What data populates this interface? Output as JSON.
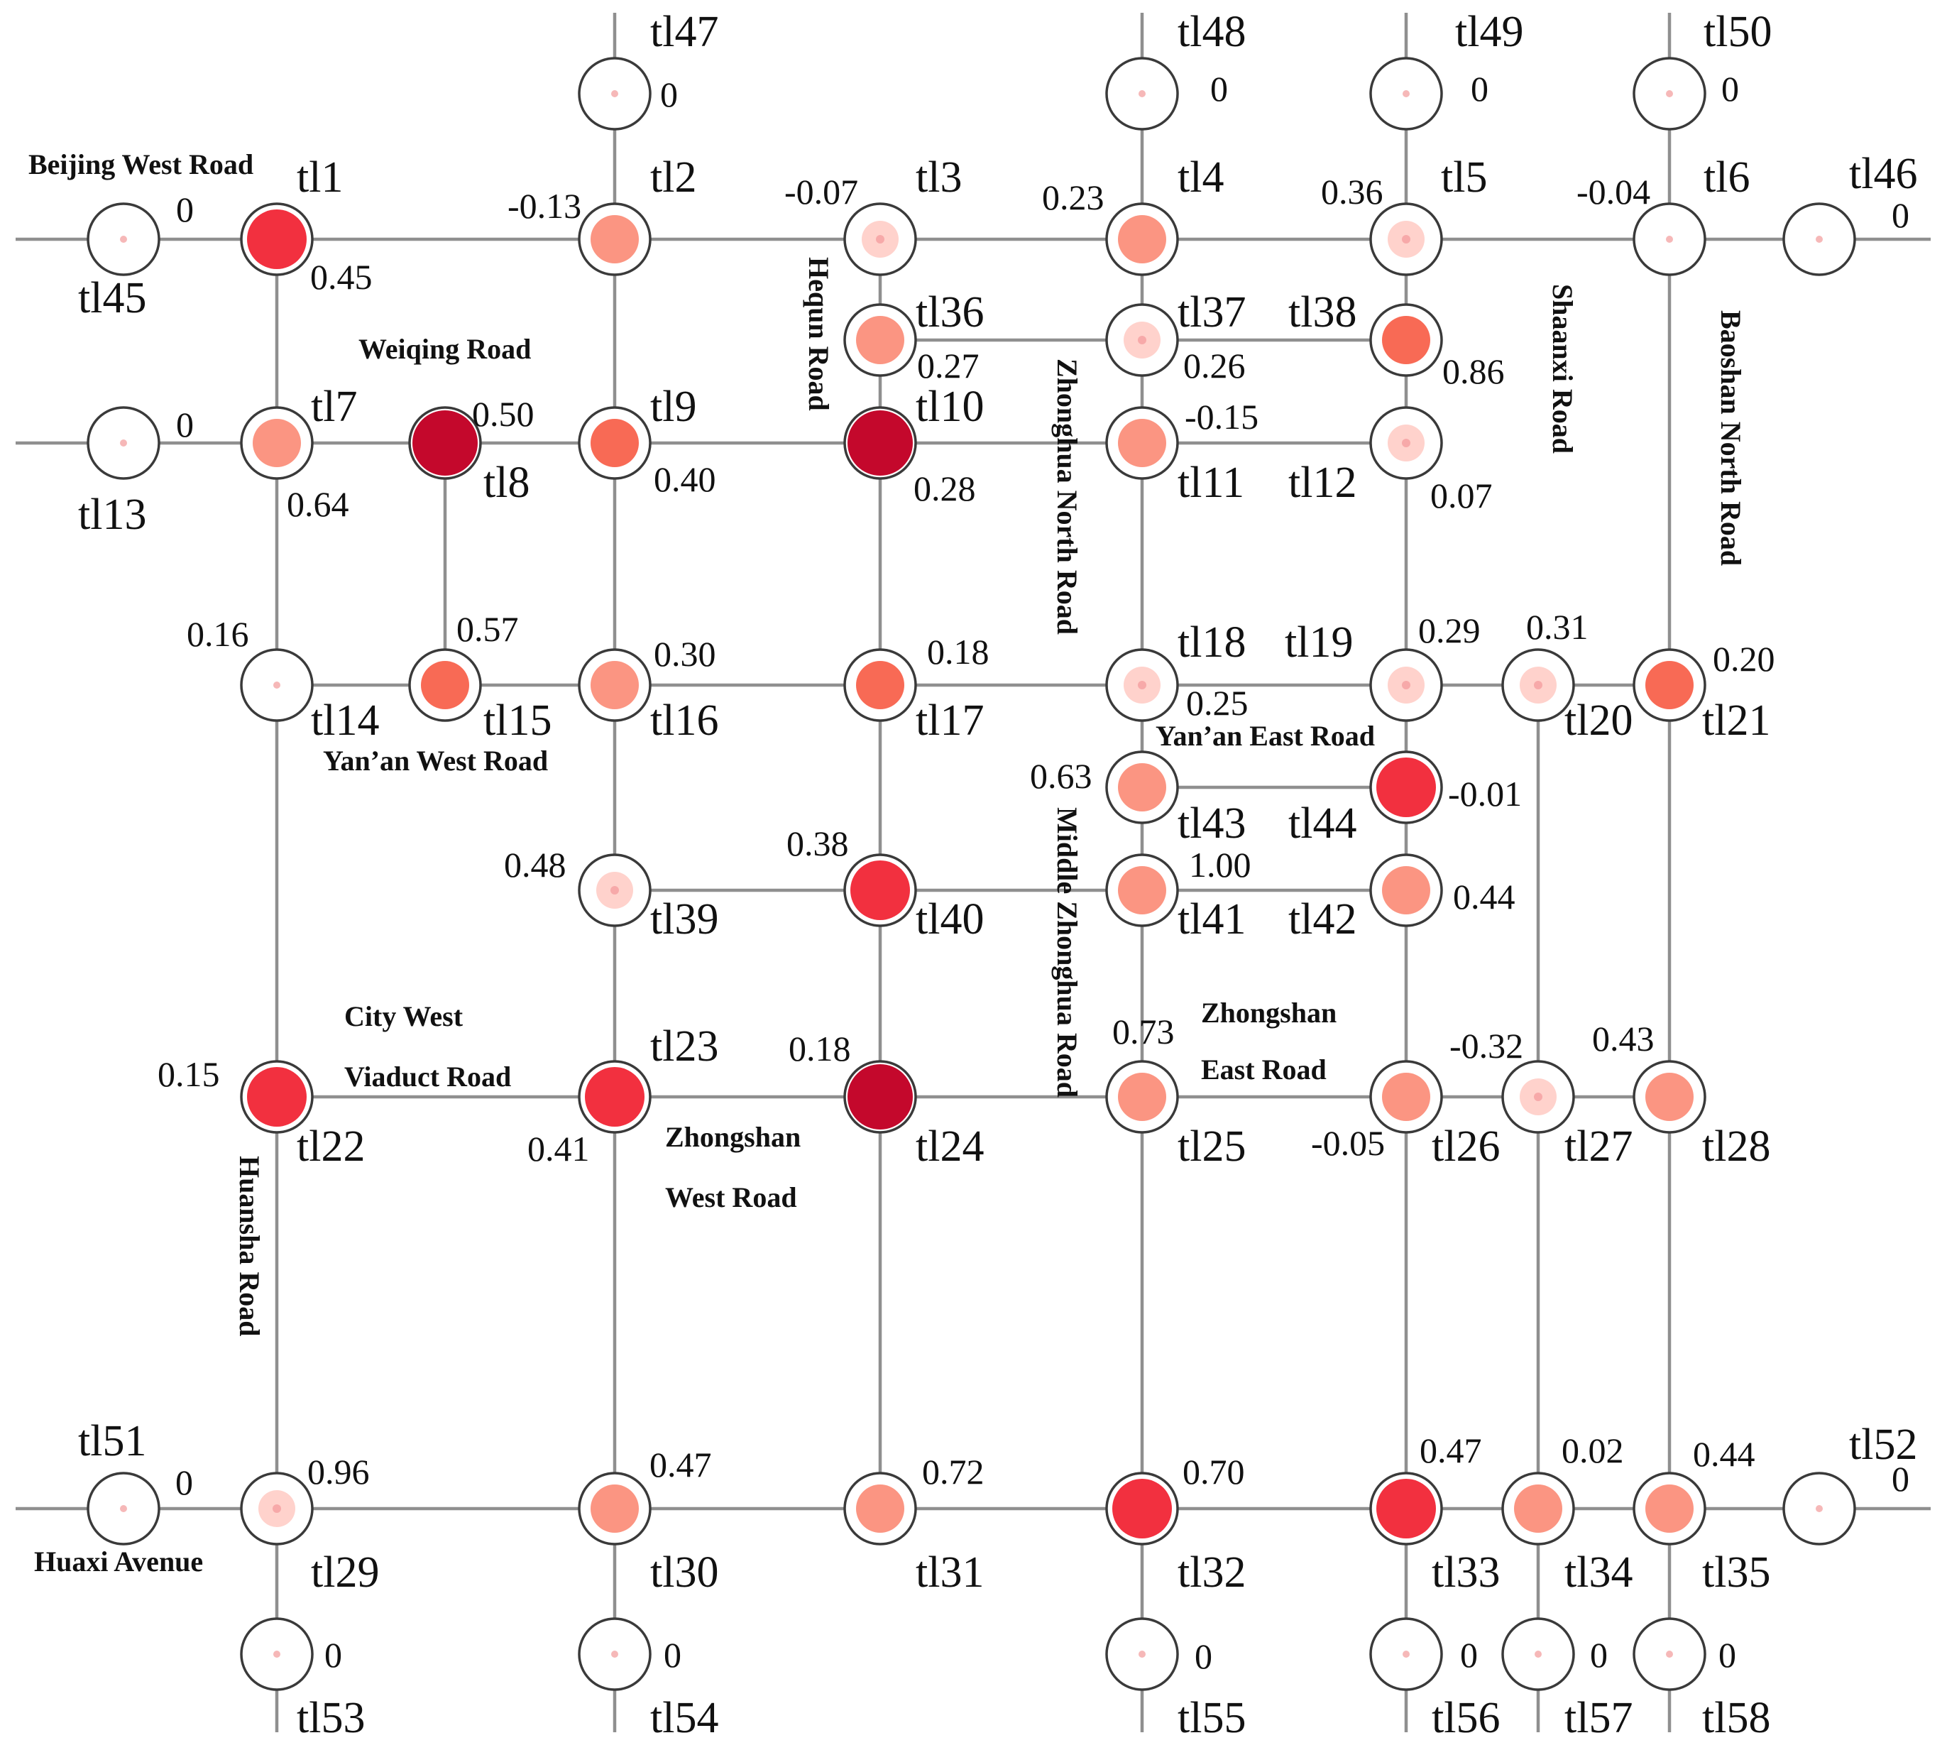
{
  "colors": {
    "road": "#8f8f8f",
    "node_outline": "#3a3a3a",
    "intensity_levels": {
      "0": "#fff6f6",
      "1": "#ffd2cc",
      "2": "#ffb3a5",
      "3": "#fb9582",
      "4": "#f86a55",
      "5": "#f2303f",
      "6": "#c4082c"
    }
  },
  "nodes": [
    {
      "id": "tl1",
      "label": "tl1",
      "value": "0.45",
      "intensity": 5
    },
    {
      "id": "tl2",
      "label": "tl2",
      "value": "-0.13",
      "intensity": 3
    },
    {
      "id": "tl3",
      "label": "tl3",
      "value": "-0.07",
      "intensity": 1
    },
    {
      "id": "tl4",
      "label": "tl4",
      "value": "0.23",
      "intensity": 3
    },
    {
      "id": "tl5",
      "label": "tl5",
      "value": "0.36",
      "intensity": 1
    },
    {
      "id": "tl6",
      "label": "tl6",
      "value": "-0.04",
      "intensity": 0
    },
    {
      "id": "tl7",
      "label": "tl7",
      "value": "0.64",
      "intensity": 3
    },
    {
      "id": "tl8",
      "label": "tl8",
      "value": "0.50",
      "intensity": 6
    },
    {
      "id": "tl9",
      "label": "tl9",
      "value": "0.40",
      "intensity": 4
    },
    {
      "id": "tl10",
      "label": "tl10",
      "value": "0.28",
      "intensity": 6
    },
    {
      "id": "tl11",
      "label": "tl11",
      "value": "-0.15",
      "intensity": 3
    },
    {
      "id": "tl12",
      "label": "tl12",
      "value": "0.07",
      "intensity": 1
    },
    {
      "id": "tl13",
      "label": "tl13",
      "value": "0",
      "intensity": 0
    },
    {
      "id": "tl14",
      "label": "tl14",
      "value": "0.16",
      "intensity": 0
    },
    {
      "id": "tl15",
      "label": "tl15",
      "value": "0.57",
      "intensity": 4
    },
    {
      "id": "tl16",
      "label": "tl16",
      "value": "0.30",
      "intensity": 3
    },
    {
      "id": "tl17",
      "label": "tl17",
      "value": "0.18",
      "intensity": 4
    },
    {
      "id": "tl18",
      "label": "tl18",
      "value": "0.25",
      "intensity": 1
    },
    {
      "id": "tl19",
      "label": "tl19",
      "value": "0.29",
      "intensity": 1
    },
    {
      "id": "tl20",
      "label": "tl20",
      "value": "0.31",
      "intensity": 1
    },
    {
      "id": "tl21",
      "label": "tl21",
      "value": "0.20",
      "intensity": 4
    },
    {
      "id": "tl22",
      "label": "tl22",
      "value": "0.15",
      "intensity": 5
    },
    {
      "id": "tl23",
      "label": "tl23",
      "value": "0.41",
      "intensity": 5
    },
    {
      "id": "tl24",
      "label": "tl24",
      "value": "0.18",
      "intensity": 6
    },
    {
      "id": "tl25",
      "label": "tl25",
      "value": "0.73",
      "intensity": 3
    },
    {
      "id": "tl26",
      "label": "tl26",
      "value": "-0.05",
      "intensity": 3
    },
    {
      "id": "tl27",
      "label": "tl27",
      "value": "-0.32",
      "intensity": 1
    },
    {
      "id": "tl28",
      "label": "tl28",
      "value": "0.43",
      "intensity": 3
    },
    {
      "id": "tl29",
      "label": "tl29",
      "value": "0.96",
      "intensity": 1
    },
    {
      "id": "tl30",
      "label": "tl30",
      "value": "0.47",
      "intensity": 3
    },
    {
      "id": "tl31",
      "label": "tl31",
      "value": "0.72",
      "intensity": 3
    },
    {
      "id": "tl32",
      "label": "tl32",
      "value": "0.70",
      "intensity": 5
    },
    {
      "id": "tl33",
      "label": "tl33",
      "value": "0.47",
      "intensity": 5
    },
    {
      "id": "tl34",
      "label": "tl34",
      "value": "0.02",
      "intensity": 3
    },
    {
      "id": "tl35",
      "label": "tl35",
      "value": "0.44",
      "intensity": 3
    },
    {
      "id": "tl36",
      "label": "tl36",
      "value": "0.27",
      "intensity": 3
    },
    {
      "id": "tl37",
      "label": "tl37",
      "value": "0.26",
      "intensity": 1
    },
    {
      "id": "tl38",
      "label": "tl38",
      "value": "0.86",
      "intensity": 4
    },
    {
      "id": "tl39",
      "label": "tl39",
      "value": "0.48",
      "intensity": 1
    },
    {
      "id": "tl40",
      "label": "tl40",
      "value": "0.38",
      "intensity": 5
    },
    {
      "id": "tl41",
      "label": "tl41",
      "value": "1.00",
      "intensity": 3
    },
    {
      "id": "tl42",
      "label": "tl42",
      "value": "0.44",
      "intensity": 3
    },
    {
      "id": "tl43",
      "label": "tl43",
      "value": "0.63",
      "intensity": 3
    },
    {
      "id": "tl44",
      "label": "tl44",
      "value": "-0.01",
      "intensity": 5
    },
    {
      "id": "tl45",
      "label": "tl45",
      "value": "0",
      "intensity": 0
    },
    {
      "id": "tl46",
      "label": "tl46",
      "value": "0",
      "intensity": 0
    },
    {
      "id": "tl47",
      "label": "tl47",
      "value": "0",
      "intensity": 0
    },
    {
      "id": "tl48",
      "label": "tl48",
      "value": "0",
      "intensity": 0
    },
    {
      "id": "tl49",
      "label": "tl49",
      "value": "0",
      "intensity": 0
    },
    {
      "id": "tl50",
      "label": "tl50",
      "value": "0",
      "intensity": 0
    },
    {
      "id": "tl51",
      "label": "tl51",
      "value": "0",
      "intensity": 0
    },
    {
      "id": "tl52",
      "label": "tl52",
      "value": "0",
      "intensity": 0
    },
    {
      "id": "tl53",
      "label": "tl53",
      "value": "0",
      "intensity": 0
    },
    {
      "id": "tl54",
      "label": "tl54",
      "value": "0",
      "intensity": 0
    },
    {
      "id": "tl55",
      "label": "tl55",
      "value": "0",
      "intensity": 0
    },
    {
      "id": "tl56",
      "label": "tl56",
      "value": "0",
      "intensity": 0
    },
    {
      "id": "tl57",
      "label": "tl57",
      "value": "0",
      "intensity": 0
    },
    {
      "id": "tl58",
      "label": "tl58",
      "value": "0",
      "intensity": 0
    }
  ],
  "edges": [
    [
      "tl45",
      "tl1"
    ],
    [
      "tl1",
      "tl2"
    ],
    [
      "tl2",
      "tl3"
    ],
    [
      "tl3",
      "tl4"
    ],
    [
      "tl4",
      "tl5"
    ],
    [
      "tl5",
      "tl6"
    ],
    [
      "tl6",
      "tl46"
    ],
    [
      "tl13",
      "tl7"
    ],
    [
      "tl7",
      "tl8"
    ],
    [
      "tl8",
      "tl9"
    ],
    [
      "tl9",
      "tl10"
    ],
    [
      "tl10",
      "tl11"
    ],
    [
      "tl11",
      "tl12"
    ],
    [
      "tl14",
      "tl15"
    ],
    [
      "tl15",
      "tl16"
    ],
    [
      "tl16",
      "tl17"
    ],
    [
      "tl17",
      "tl18"
    ],
    [
      "tl18",
      "tl19"
    ],
    [
      "tl19",
      "tl20"
    ],
    [
      "tl20",
      "tl21"
    ],
    [
      "tl36",
      "tl37"
    ],
    [
      "tl37",
      "tl38"
    ],
    [
      "tl43",
      "tl44"
    ],
    [
      "tl39",
      "tl40"
    ],
    [
      "tl40",
      "tl41"
    ],
    [
      "tl41",
      "tl42"
    ],
    [
      "tl22",
      "tl23"
    ],
    [
      "tl23",
      "tl24"
    ],
    [
      "tl24",
      "tl25"
    ],
    [
      "tl25",
      "tl26"
    ],
    [
      "tl26",
      "tl27"
    ],
    [
      "tl27",
      "tl28"
    ],
    [
      "tl51",
      "tl29"
    ],
    [
      "tl29",
      "tl30"
    ],
    [
      "tl30",
      "tl31"
    ],
    [
      "tl31",
      "tl32"
    ],
    [
      "tl32",
      "tl33"
    ],
    [
      "tl33",
      "tl34"
    ],
    [
      "tl34",
      "tl35"
    ],
    [
      "tl35",
      "tl52"
    ],
    [
      "tl1",
      "tl7"
    ],
    [
      "tl7",
      "tl14"
    ],
    [
      "tl14",
      "tl22"
    ],
    [
      "tl22",
      "tl29"
    ],
    [
      "tl29",
      "tl53"
    ],
    [
      "tl8",
      "tl15"
    ],
    [
      "tl47",
      "tl2"
    ],
    [
      "tl2",
      "tl9"
    ],
    [
      "tl9",
      "tl16"
    ],
    [
      "tl16",
      "tl39"
    ],
    [
      "tl39",
      "tl23"
    ],
    [
      "tl23",
      "tl30"
    ],
    [
      "tl30",
      "tl54"
    ],
    [
      "tl3",
      "tl36"
    ],
    [
      "tl36",
      "tl10"
    ],
    [
      "tl10",
      "tl17"
    ],
    [
      "tl17",
      "tl40"
    ],
    [
      "tl40",
      "tl24"
    ],
    [
      "tl24",
      "tl31"
    ],
    [
      "tl48",
      "tl4"
    ],
    [
      "tl4",
      "tl37"
    ],
    [
      "tl37",
      "tl11"
    ],
    [
      "tl11",
      "tl18"
    ],
    [
      "tl18",
      "tl43"
    ],
    [
      "tl43",
      "tl41"
    ],
    [
      "tl41",
      "tl25"
    ],
    [
      "tl25",
      "tl32"
    ],
    [
      "tl32",
      "tl55"
    ],
    [
      "tl49",
      "tl5"
    ],
    [
      "tl5",
      "tl38"
    ],
    [
      "tl38",
      "tl12"
    ],
    [
      "tl12",
      "tl19"
    ],
    [
      "tl19",
      "tl44"
    ],
    [
      "tl44",
      "tl42"
    ],
    [
      "tl42",
      "tl26"
    ],
    [
      "tl26",
      "tl33"
    ],
    [
      "tl33",
      "tl56"
    ],
    [
      "tl20",
      "tl27"
    ],
    [
      "tl27",
      "tl34"
    ],
    [
      "tl34",
      "tl57"
    ],
    [
      "tl50",
      "tl6"
    ],
    [
      "tl6",
      "tl21"
    ],
    [
      "tl21",
      "tl28"
    ],
    [
      "tl28",
      "tl35"
    ],
    [
      "tl35",
      "tl58"
    ]
  ],
  "stubs": [
    {
      "node": "tl45",
      "dir": "w"
    },
    {
      "node": "tl13",
      "dir": "w"
    },
    {
      "node": "tl51",
      "dir": "w"
    },
    {
      "node": "tl46",
      "dir": "e"
    },
    {
      "node": "tl52",
      "dir": "e"
    },
    {
      "node": "tl47",
      "dir": "n"
    },
    {
      "node": "tl48",
      "dir": "n"
    },
    {
      "node": "tl49",
      "dir": "n"
    },
    {
      "node": "tl50",
      "dir": "n"
    },
    {
      "node": "tl53",
      "dir": "s"
    },
    {
      "node": "tl54",
      "dir": "s"
    },
    {
      "node": "tl55",
      "dir": "s"
    },
    {
      "node": "tl56",
      "dir": "s"
    },
    {
      "node": "tl57",
      "dir": "s"
    },
    {
      "node": "tl58",
      "dir": "s"
    }
  ],
  "roads": [
    {
      "id": "beijing-west",
      "lines": [
        "Beijing West Road"
      ]
    },
    {
      "id": "weiqing",
      "lines": [
        "Weiqing Road"
      ]
    },
    {
      "id": "yanan-west",
      "lines": [
        "Yan’an West Road"
      ]
    },
    {
      "id": "yanan-east",
      "lines": [
        "Yan’an East Road"
      ]
    },
    {
      "id": "city-west-viaduct",
      "lines": [
        "City West",
        "Viaduct Road"
      ]
    },
    {
      "id": "zhongshan-west",
      "lines": [
        "Zhongshan",
        "West Road"
      ]
    },
    {
      "id": "zhongshan-east",
      "lines": [
        "Zhongshan",
        "East Road"
      ]
    },
    {
      "id": "huaxi-avenue",
      "lines": [
        "Huaxi Avenue"
      ]
    },
    {
      "id": "huansha",
      "lines": [
        "Huansha Road"
      ]
    },
    {
      "id": "hequn",
      "lines": [
        "Hequn Road"
      ]
    },
    {
      "id": "zhonghua-north",
      "lines": [
        "Zhonghua North Road"
      ]
    },
    {
      "id": "middle-zhonghua",
      "lines": [
        "Middle Zhonghua Road"
      ]
    },
    {
      "id": "shaanxi",
      "lines": [
        "Shaanxi Road"
      ]
    },
    {
      "id": "baoshan-north",
      "lines": [
        "Baoshan North Road"
      ]
    }
  ]
}
